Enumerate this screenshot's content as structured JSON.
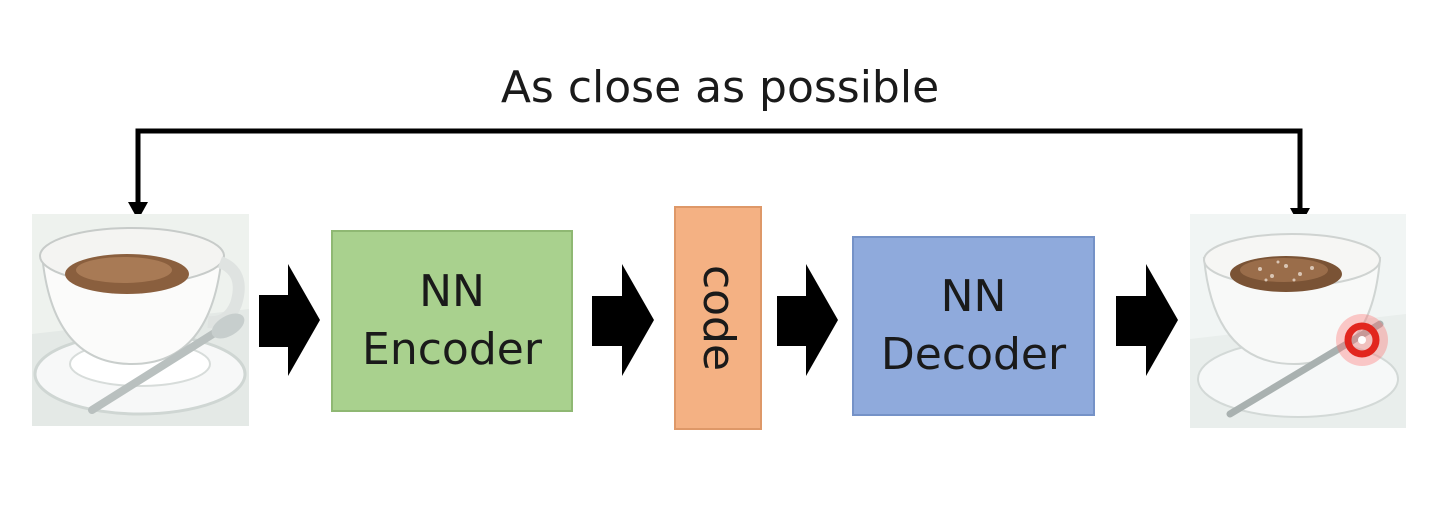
{
  "caption": "As close as possible",
  "encoder": {
    "line1": "NN",
    "line2": "Encoder"
  },
  "code": {
    "label": "code"
  },
  "decoder": {
    "line1": "NN",
    "line2": "Decoder"
  },
  "colors": {
    "encoder": "#a9d18e",
    "code": "#f4b183",
    "decoder": "#8faadc",
    "arrow": "#000000"
  }
}
